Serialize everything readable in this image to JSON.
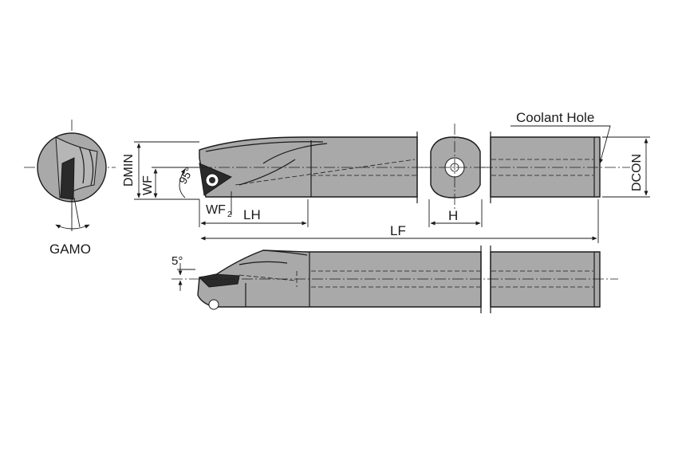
{
  "labels": {
    "dmin": "DMIN",
    "wf": "WF",
    "angle_95": "95°",
    "wf2": "WF",
    "wf2_sub": "2",
    "lh": "LH",
    "lf": "LF",
    "h": "H",
    "dcon": "DCON",
    "coolant_hole": "Coolant Hole",
    "gamo": "GAMO",
    "angle_5": "5°"
  },
  "colors": {
    "body": "#a9a9a9",
    "line": "#1a1a1a",
    "background": "#ffffff"
  }
}
